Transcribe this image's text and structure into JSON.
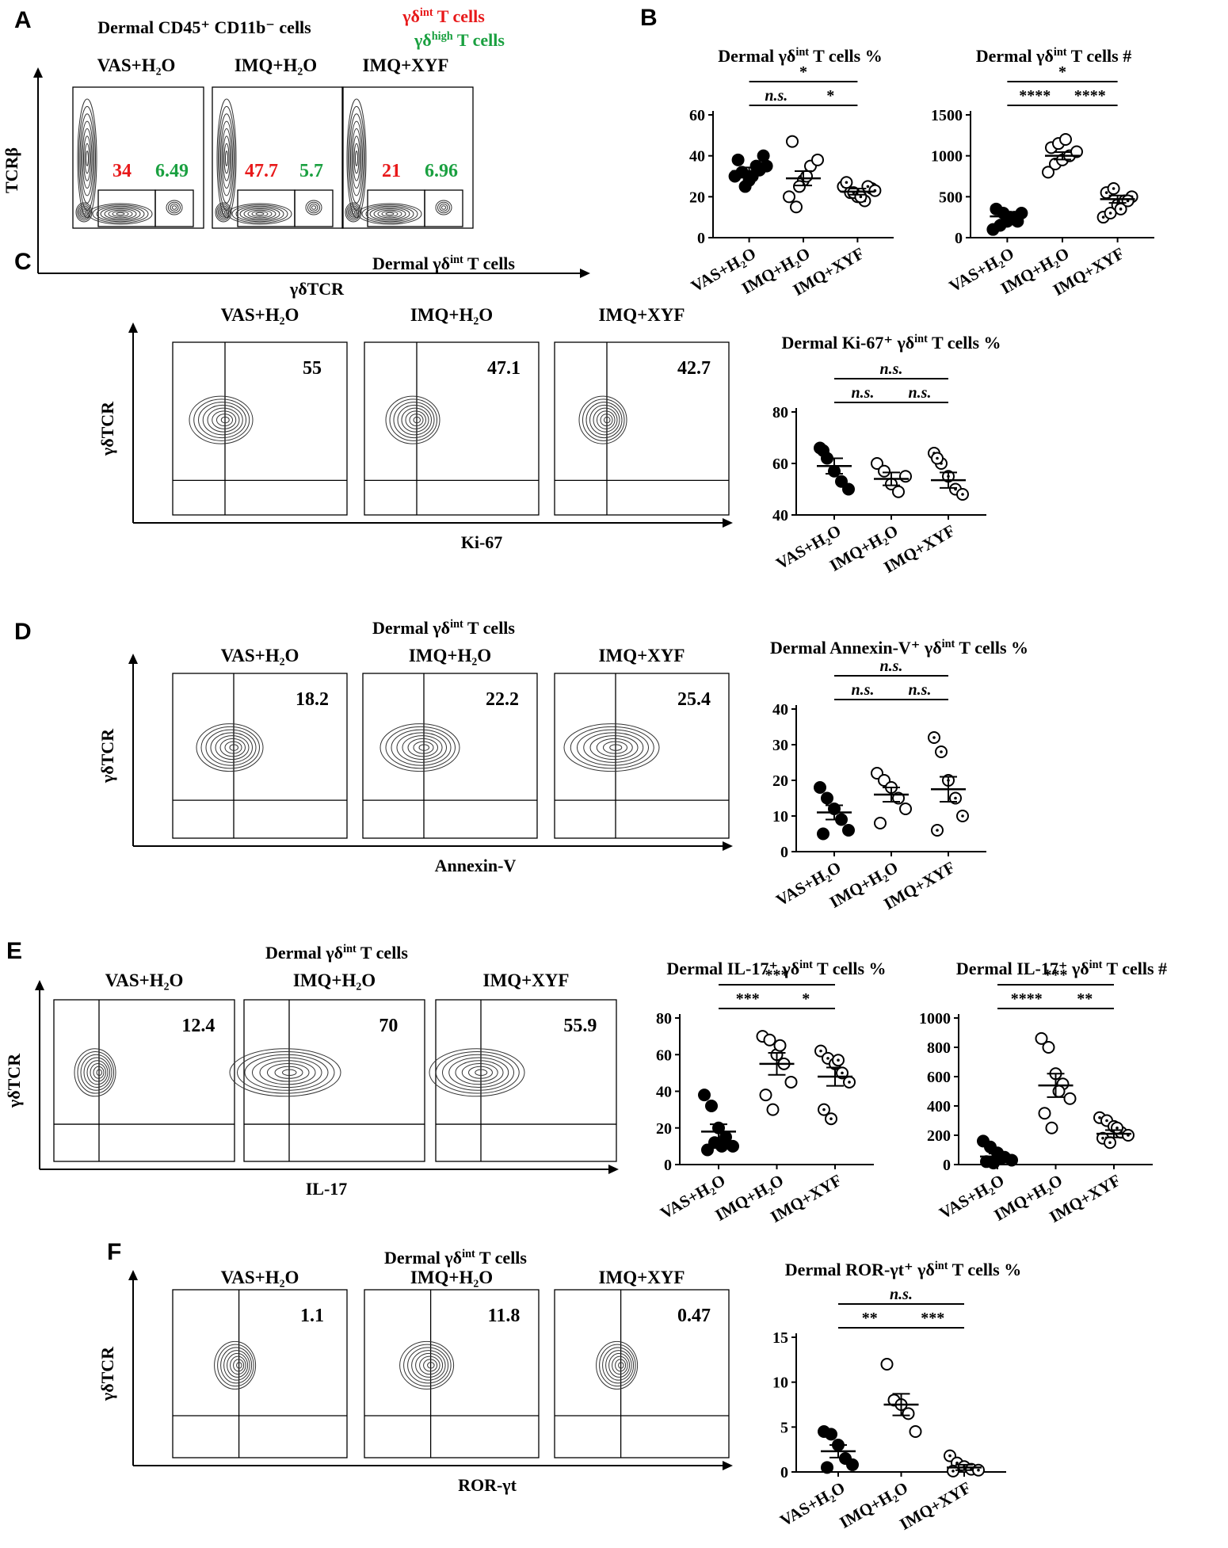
{
  "figure": {
    "A": {
      "letter": "A",
      "header": "Dermal CD45⁺ CD11b⁻ cells",
      "legend": [
        {
          "text": "γδ^int T cells",
          "color": "#e8191a"
        },
        {
          "text": "γδ^high T cells",
          "color": "#1aa040"
        }
      ],
      "xlabel": "γδTCR",
      "ylabel": "TCRβ",
      "plots": [
        {
          "title": "VAS+H₂O",
          "int": "34",
          "high": "6.49"
        },
        {
          "title": "IMQ+H₂O",
          "int": "47.7",
          "high": "5.7"
        },
        {
          "title": "IMQ+XYF",
          "int": "21",
          "high": "6.96"
        }
      ]
    },
    "C": {
      "letter": "C",
      "header": "Dermal γδ^int T cells",
      "xlabel": "Ki-67",
      "ylabel": "γδTCR",
      "plots": [
        {
          "title": "VAS+H₂O",
          "value": "55"
        },
        {
          "title": "IMQ+H₂O",
          "value": "47.1"
        },
        {
          "title": "IMQ+XYF",
          "value": "42.7"
        }
      ]
    },
    "D": {
      "letter": "D",
      "header": "Dermal γδ^int T cells",
      "xlabel": "Annexin-V",
      "ylabel": "γδTCR",
      "plots": [
        {
          "title": "VAS+H₂O",
          "value": "18.2"
        },
        {
          "title": "IMQ+H₂O",
          "value": "22.2"
        },
        {
          "title": "IMQ+XYF",
          "value": "25.4"
        }
      ]
    },
    "E": {
      "letter": "E",
      "header": "Dermal γδ^int T cells",
      "xlabel": "IL-17",
      "ylabel": "γδTCR",
      "plots": [
        {
          "title": "VAS+H₂O",
          "value": "12.4"
        },
        {
          "title": "IMQ+H₂O",
          "value": "70"
        },
        {
          "title": "IMQ+XYF",
          "value": "55.9"
        }
      ]
    },
    "F": {
      "letter": "F",
      "header": "Dermal γδ^int T cells",
      "xlabel": "ROR-γt",
      "ylabel": "γδTCR",
      "plots": [
        {
          "title": "VAS+H₂O",
          "value": "1.1"
        },
        {
          "title": "IMQ+H₂O",
          "value": "11.8"
        },
        {
          "title": "IMQ+XYF",
          "value": "0.47"
        }
      ]
    },
    "B_letter": "B"
  },
  "chart_data": [
    {
      "id": "B1",
      "type": "scatter",
      "title": "Dermal γδ^int T cells %",
      "categories": [
        "VAS+H₂O",
        "IMQ+H₂O",
        "IMQ+XYF"
      ],
      "ylim": [
        0,
        60
      ],
      "yticks": [
        0,
        20,
        40,
        60
      ],
      "series": [
        {
          "values": [
            30,
            32,
            28,
            35,
            40,
            38,
            25,
            30,
            33,
            35
          ],
          "mean": 32.5,
          "sem": 1.8
        },
        {
          "values": [
            20,
            15,
            28,
            35,
            38,
            47,
            25,
            30
          ],
          "mean": 29,
          "sem": 3.5
        },
        {
          "values": [
            25,
            22,
            20,
            18,
            24,
            27,
            22,
            20,
            25,
            23
          ],
          "mean": 22.5,
          "sem": 1.5
        }
      ],
      "comparisons": [
        [
          "VAS+H₂O",
          "IMQ+H₂O",
          "n.s."
        ],
        [
          "IMQ+H₂O",
          "IMQ+XYF",
          "*"
        ],
        [
          "VAS+H₂O",
          "IMQ+XYF",
          "*"
        ]
      ]
    },
    {
      "id": "B2",
      "type": "scatter",
      "title": "Dermal γδ^int T cells #",
      "categories": [
        "VAS+H₂O",
        "IMQ+H₂O",
        "IMQ+XYF"
      ],
      "ylim": [
        0,
        1500
      ],
      "yticks": [
        0,
        500,
        1000,
        1500
      ],
      "series": [
        {
          "values": [
            100,
            150,
            200,
            250,
            300,
            350,
            300,
            250,
            200
          ],
          "mean": 260,
          "sem": 40
        },
        {
          "values": [
            800,
            900,
            950,
            1000,
            1050,
            1100,
            1150,
            1200
          ],
          "mean": 1000,
          "sem": 45
        },
        {
          "values": [
            250,
            300,
            400,
            450,
            500,
            550,
            600,
            350,
            450
          ],
          "mean": 470,
          "sem": 45
        }
      ],
      "comparisons": [
        [
          "VAS+H₂O",
          "IMQ+H₂O",
          "****"
        ],
        [
          "IMQ+H₂O",
          "IMQ+XYF",
          "****"
        ],
        [
          "VAS+H₂O",
          "IMQ+XYF",
          "*"
        ]
      ]
    },
    {
      "id": "C",
      "type": "scatter",
      "title": "Dermal Ki-67⁺ γδ^int T cells %",
      "categories": [
        "VAS+H₂O",
        "IMQ+H₂O",
        "IMQ+XYF"
      ],
      "ylim": [
        40,
        80
      ],
      "yticks": [
        40,
        60,
        80
      ],
      "series": [
        {
          "values": [
            66,
            62,
            57,
            53,
            50,
            65
          ],
          "mean": 59,
          "sem": 3
        },
        {
          "values": [
            60,
            57,
            52,
            49,
            55
          ],
          "mean": 54,
          "sem": 2.5
        },
        {
          "values": [
            64,
            60,
            55,
            50,
            48,
            62
          ],
          "mean": 53.5,
          "sem": 3
        }
      ],
      "comparisons": [
        [
          "VAS+H₂O",
          "IMQ+H₂O",
          "n.s."
        ],
        [
          "IMQ+H₂O",
          "IMQ+XYF",
          "n.s."
        ],
        [
          "VAS+H₂O",
          "IMQ+XYF",
          "n.s."
        ]
      ]
    },
    {
      "id": "D",
      "type": "scatter",
      "title": "Dermal Annexin-V⁺ γδ^int T cells %",
      "categories": [
        "VAS+H₂O",
        "IMQ+H₂O",
        "IMQ+XYF"
      ],
      "ylim": [
        0,
        40
      ],
      "yticks": [
        0,
        10,
        20,
        30,
        40
      ],
      "series": [
        {
          "values": [
            18,
            15,
            12,
            9,
            6,
            5
          ],
          "mean": 11,
          "sem": 2
        },
        {
          "values": [
            22,
            20,
            18,
            15,
            12,
            8
          ],
          "mean": 16,
          "sem": 2
        },
        {
          "values": [
            32,
            28,
            20,
            15,
            10,
            6
          ],
          "mean": 17.5,
          "sem": 3.5
        }
      ],
      "comparisons": [
        [
          "VAS+H₂O",
          "IMQ+H₂O",
          "n.s."
        ],
        [
          "IMQ+H₂O",
          "IMQ+XYF",
          "n.s."
        ],
        [
          "VAS+H₂O",
          "IMQ+XYF",
          "n.s."
        ]
      ]
    },
    {
      "id": "E1",
      "type": "scatter",
      "title": "Dermal IL-17⁺ γδ^int T cells %",
      "categories": [
        "VAS+H₂O",
        "IMQ+H₂O",
        "IMQ+XYF"
      ],
      "ylim": [
        0,
        80
      ],
      "yticks": [
        0,
        20,
        40,
        60,
        80
      ],
      "series": [
        {
          "values": [
            38,
            32,
            20,
            15,
            10,
            8,
            12,
            10
          ],
          "mean": 18,
          "sem": 4
        },
        {
          "values": [
            70,
            68,
            60,
            55,
            45,
            38,
            30,
            65
          ],
          "mean": 55,
          "sem": 6
        },
        {
          "values": [
            62,
            58,
            55,
            50,
            45,
            30,
            25,
            57
          ],
          "mean": 48,
          "sem": 5
        }
      ],
      "comparisons": [
        [
          "VAS+H₂O",
          "IMQ+H₂O",
          "***"
        ],
        [
          "IMQ+H₂O",
          "IMQ+XYF",
          "*"
        ],
        [
          "VAS+H₂O",
          "IMQ+XYF",
          "***"
        ]
      ]
    },
    {
      "id": "E2",
      "type": "scatter",
      "title": "Dermal IL-17⁺ γδ^int T cells #",
      "categories": [
        "VAS+H₂O",
        "IMQ+H₂O",
        "IMQ+XYF"
      ],
      "ylim": [
        0,
        1000
      ],
      "yticks": [
        0,
        200,
        400,
        600,
        800,
        1000
      ],
      "series": [
        {
          "values": [
            160,
            120,
            80,
            50,
            30,
            20,
            10,
            40
          ],
          "mean": 55,
          "sem": 20
        },
        {
          "values": [
            860,
            800,
            620,
            550,
            450,
            350,
            250,
            500
          ],
          "mean": 540,
          "sem": 80
        },
        {
          "values": [
            320,
            300,
            260,
            220,
            200,
            180,
            150,
            250
          ],
          "mean": 210,
          "sem": 25
        }
      ],
      "comparisons": [
        [
          "VAS+H₂O",
          "IMQ+H₂O",
          "****"
        ],
        [
          "IMQ+H₂O",
          "IMQ+XYF",
          "**"
        ],
        [
          "VAS+H₂O",
          "IMQ+XYF",
          "***"
        ]
      ]
    },
    {
      "id": "F",
      "type": "scatter",
      "title": "Dermal ROR-γt⁺ γδ^int T cells %",
      "categories": [
        "VAS+H₂O",
        "IMQ+H₂O",
        "IMQ+XYF"
      ],
      "ylim": [
        0,
        15
      ],
      "yticks": [
        0,
        5,
        10,
        15
      ],
      "series": [
        {
          "values": [
            4.5,
            4.2,
            3.0,
            1.5,
            0.8,
            0.5
          ],
          "mean": 2.3,
          "sem": 0.7
        },
        {
          "values": [
            12,
            8,
            7.5,
            6.5,
            4.5
          ],
          "mean": 7.5,
          "sem": 1.2
        },
        {
          "values": [
            1.8,
            1.0,
            0.6,
            0.3,
            0.2,
            0.1
          ],
          "mean": 0.5,
          "sem": 0.3
        }
      ],
      "comparisons": [
        [
          "VAS+H₂O",
          "IMQ+H₂O",
          "**"
        ],
        [
          "IMQ+H₂O",
          "IMQ+XYF",
          "***"
        ],
        [
          "VAS+H₂O",
          "IMQ+XYF",
          "n.s."
        ]
      ]
    }
  ]
}
